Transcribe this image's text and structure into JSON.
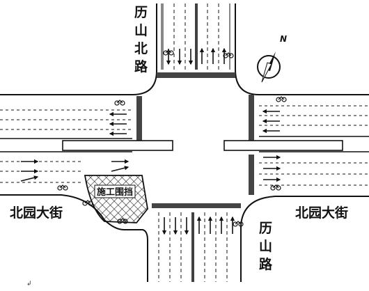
{
  "labels": {
    "north_road": "历山北路",
    "south_road": "历山路",
    "west_road": "北园大街",
    "east_road": "北园大街",
    "construction_zone": "施工围挡",
    "compass_north": "N",
    "footnote_mark": "↲"
  },
  "colors": {
    "line": "#111111",
    "background": "#ffffff",
    "hatch": "#222222"
  },
  "icons": {
    "compass": "north-arrow-compass-icon",
    "bicycle": "bicycle-icon",
    "lane_arrow": "lane-direction-arrow-icon"
  }
}
